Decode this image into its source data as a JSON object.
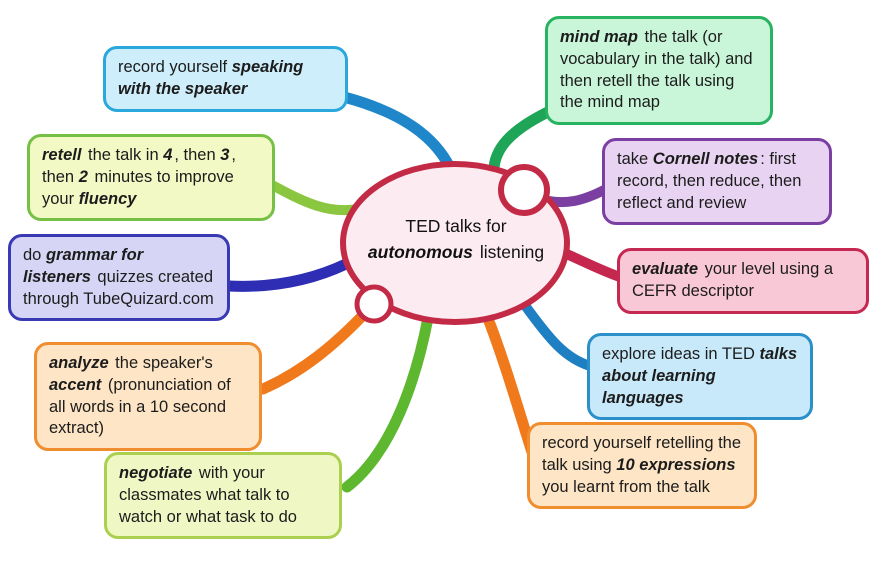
{
  "center": {
    "line1": "TED talks for",
    "line2_segments": [
      {
        "t": "autonomous",
        "em": true
      },
      {
        "t": " listening",
        "em": false
      }
    ],
    "fill": "#fcecf2",
    "stroke": "#c32a45"
  },
  "nodes": [
    {
      "id": "record-speaking",
      "segments": [
        {
          "t": "record yourself ",
          "em": false
        },
        {
          "t": "speaking with the speaker",
          "em": true
        }
      ],
      "fill": "#cdeefa",
      "border": "#2aa7db",
      "branch": "#1e86c9"
    },
    {
      "id": "mind-map",
      "segments": [
        {
          "t": "mind map",
          "em": true
        },
        {
          "t": " the talk (or vocabulary in the talk) and then retell the talk using the mind map",
          "em": false
        }
      ],
      "fill": "#c9f6d9",
      "border": "#27b35f",
      "branch": "#1fa558"
    },
    {
      "id": "cornell-notes",
      "segments": [
        {
          "t": "take ",
          "em": false
        },
        {
          "t": "Cornell notes",
          "em": true
        },
        {
          "t": ": first record, then reduce, then reflect and review",
          "em": false
        }
      ],
      "fill": "#e8d4f2",
      "border": "#7b3fa1",
      "branch": "#7b3fa1"
    },
    {
      "id": "evaluate",
      "segments": [
        {
          "t": "evaluate",
          "em": true
        },
        {
          "t": " your level using a CEFR descriptor",
          "em": false
        }
      ],
      "fill": "#f9c8d6",
      "border": "#c52952",
      "branch": "#c5274e"
    },
    {
      "id": "explore",
      "segments": [
        {
          "t": "explore ideas in TED ",
          "em": false
        },
        {
          "t": "talks about learning languages",
          "em": true
        }
      ],
      "fill": "#c7e9f9",
      "border": "#2b8fc9",
      "branch": "#1e7fc2"
    },
    {
      "id": "record-retelling",
      "segments": [
        {
          "t": "record yourself retelling the talk using ",
          "em": false
        },
        {
          "t": "10 expressions",
          "em": true
        },
        {
          "t": " you learnt from the talk",
          "em": false
        }
      ],
      "fill": "#fde5c5",
      "border": "#ef8d2f",
      "branch": "#f0791c"
    },
    {
      "id": "negotiate",
      "segments": [
        {
          "t": "negotiate",
          "em": true
        },
        {
          "t": " with your classmates what talk to watch or what task to do",
          "em": false
        }
      ],
      "fill": "#eff8c5",
      "border": "#abd04f",
      "branch": "#5eb82f"
    },
    {
      "id": "analyze",
      "segments": [
        {
          "t": "analyze",
          "em": true
        },
        {
          "t": " the speaker's ",
          "em": false
        },
        {
          "t": "accent",
          "em": true
        },
        {
          "t": " (pronunciation of all words in a 10 second extract)",
          "em": false
        }
      ],
      "fill": "#fde5c5",
      "border": "#ef8d2f",
      "branch": "#f0791c"
    },
    {
      "id": "grammar",
      "segments": [
        {
          "t": "do ",
          "em": false
        },
        {
          "t": "grammar for listeners",
          "em": true
        },
        {
          "t": " quizzes created through TubeQuizard.com",
          "em": false
        }
      ],
      "fill": "#d6d5f5",
      "border": "#3939b3",
      "branch": "#2e2eb5"
    },
    {
      "id": "retell",
      "segments": [
        {
          "t": "retell",
          "em": true
        },
        {
          "t": " the talk in ",
          "em": false
        },
        {
          "t": "4",
          "em": true
        },
        {
          "t": ", then ",
          "em": false
        },
        {
          "t": "3",
          "em": true
        },
        {
          "t": ", then ",
          "em": false
        },
        {
          "t": "2",
          "em": true
        },
        {
          "t": " minutes to improve your ",
          "em": false
        },
        {
          "t": "fluency",
          "em": true
        }
      ],
      "fill": "#f2f9c5",
      "border": "#76c145",
      "branch": "#8bc640"
    }
  ]
}
